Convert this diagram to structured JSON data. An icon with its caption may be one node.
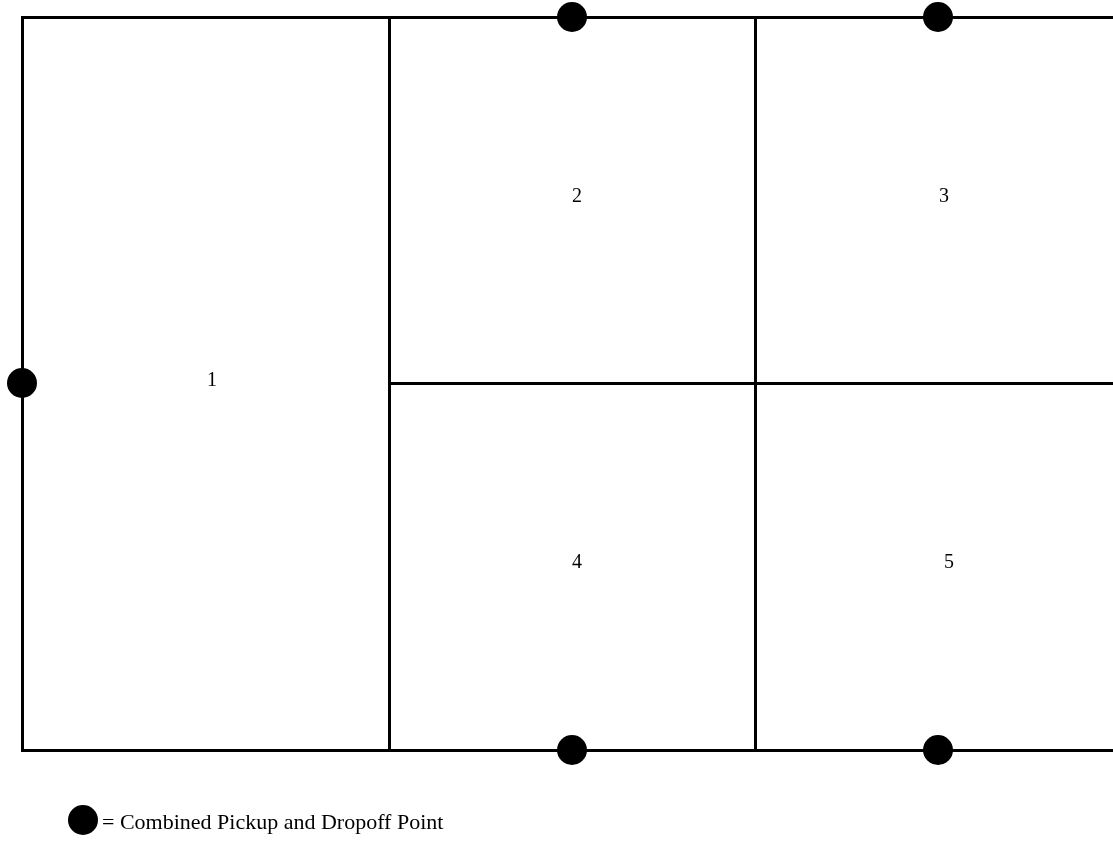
{
  "diagram": {
    "nodes": [
      {
        "text": [
          "1"
        ]
      },
      {
        "text": [
          "2"
        ]
      },
      {
        "text": [
          "3"
        ]
      },
      {
        "text": [
          "4"
        ]
      },
      {
        "text": [
          "5"
        ]
      }
    ],
    "legend": [
      {
        "text": "= Combined Pickup and Dropoff Point"
      }
    ]
  }
}
